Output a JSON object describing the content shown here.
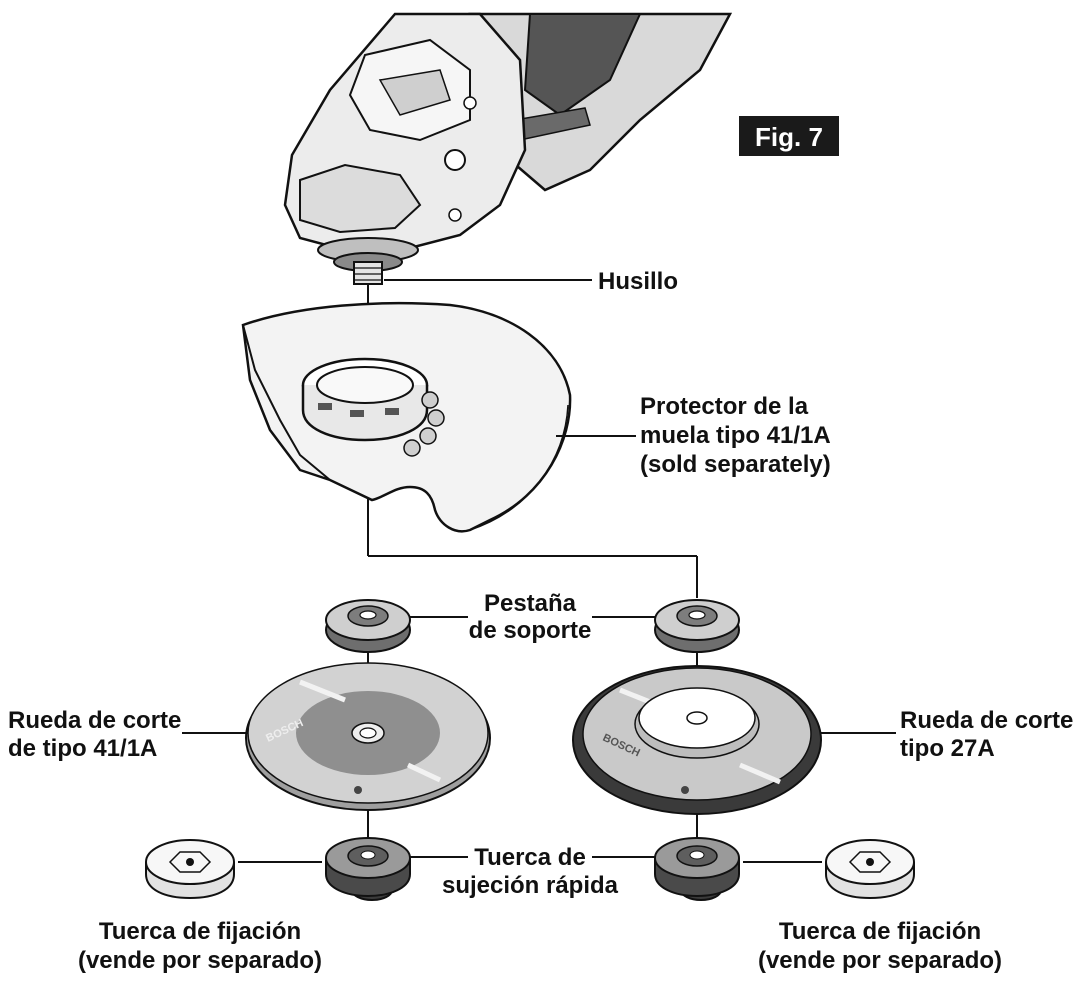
{
  "figure": {
    "label": "Fig. 7"
  },
  "labels": {
    "spindle": "Husillo",
    "guard": [
      "Protector de la",
      "muela tipo 41/1A",
      "(sold separately)"
    ],
    "backing_flange": [
      "Pestaña",
      "de soporte"
    ],
    "wheel_41": [
      "Rueda de corte",
      "de tipo 41/1A"
    ],
    "wheel_27": [
      "Rueda de corte",
      "tipo 27A"
    ],
    "quick_nut": [
      "Tuerca de",
      "sujeción rápida"
    ],
    "lock_nut_left": [
      "Tuerca de fijación",
      "(vende por separado)"
    ],
    "lock_nut_right": [
      "Tuerca de fijación",
      "(vende por separado)"
    ]
  },
  "wheel_brand": "BOSCH",
  "colors": {
    "ink": "#111111",
    "tool_body": "#e9e9e9",
    "tool_dark": "#4a4a4a",
    "wheel_gray": "#c9c9c9",
    "wheel_center": "#8f8f8f",
    "wheel_27_rim": "#3a3a3a",
    "fig_bg": "#1a1a1a"
  }
}
